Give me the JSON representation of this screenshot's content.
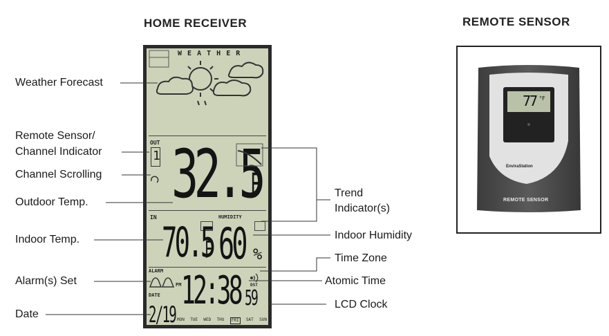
{
  "headings": {
    "home": "HOME RECEIVER",
    "remote": "REMOTE SENSOR"
  },
  "left_labels": {
    "weather_forecast": "Weather Forecast",
    "remote_sensor_1": "Remote Sensor/",
    "remote_sensor_2": "Channel Indicator",
    "channel_scrolling": "Channel Scrolling",
    "outdoor_temp": "Outdoor Temp.",
    "indoor_temp": "Indoor Temp.",
    "alarm_set": "Alarm(s) Set",
    "date": "Date"
  },
  "right_labels": {
    "trend_1": "Trend",
    "trend_2": "Indicator(s)",
    "indoor_humidity": "Indoor Humidity",
    "time_zone": "Time Zone",
    "atomic_time": "Atomic Time",
    "lcd_clock": "LCD Clock"
  },
  "lcd": {
    "weather_title": "W E A T H E R",
    "out_label": "OUT",
    "channel": "1",
    "outdoor_temp": "32.5",
    "outdoor_unit": "F",
    "in_label": "IN",
    "humidity_label": "HUMIDITY",
    "indoor_temp": "70.5",
    "indoor_unit": "F",
    "humidity": "60",
    "humidity_unit": "%",
    "alarm_label": "ALARM",
    "date_label": "DATE",
    "pm_label": "PM",
    "time": "12:38",
    "seconds": "59",
    "date": "2/19",
    "dst_label": "DST",
    "weekdays": [
      "MON",
      "TUE",
      "WED",
      "THU",
      "FRI",
      "SAT",
      "SUN"
    ]
  },
  "remote_sensor": {
    "display": "77",
    "display_unit": "°F",
    "brand": "EnviraStation",
    "label": "REMOTE SENSOR"
  },
  "colors": {
    "lcd_bg": "#cdd3b9",
    "lcd_frame": "#2a2a2a",
    "device_body": "#4a4a4a",
    "device_face": "#e2e2e2"
  }
}
